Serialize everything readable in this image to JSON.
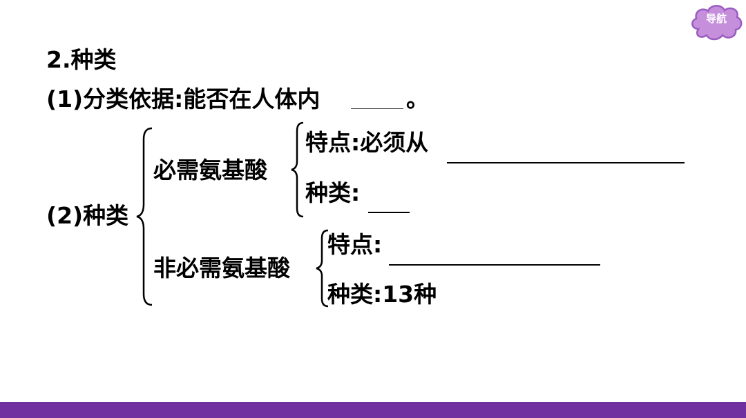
{
  "nav": {
    "label": "导航",
    "color": "#c58fdc",
    "border_color": "#9a5cc0"
  },
  "footer_bar_color": "#7030a0",
  "content": {
    "heading": "2.种类",
    "item1": {
      "text": "(1)分类依据:能否在人体内",
      "end_mark": "。"
    },
    "item2": {
      "label": "(2)种类",
      "essential": {
        "name": "必需氨基酸",
        "feature": "特点:必须从",
        "kinds": "种类:"
      },
      "nonessential": {
        "name": "非必需氨基酸",
        "feature": "特点:",
        "kinds": "种类:13种"
      }
    }
  }
}
